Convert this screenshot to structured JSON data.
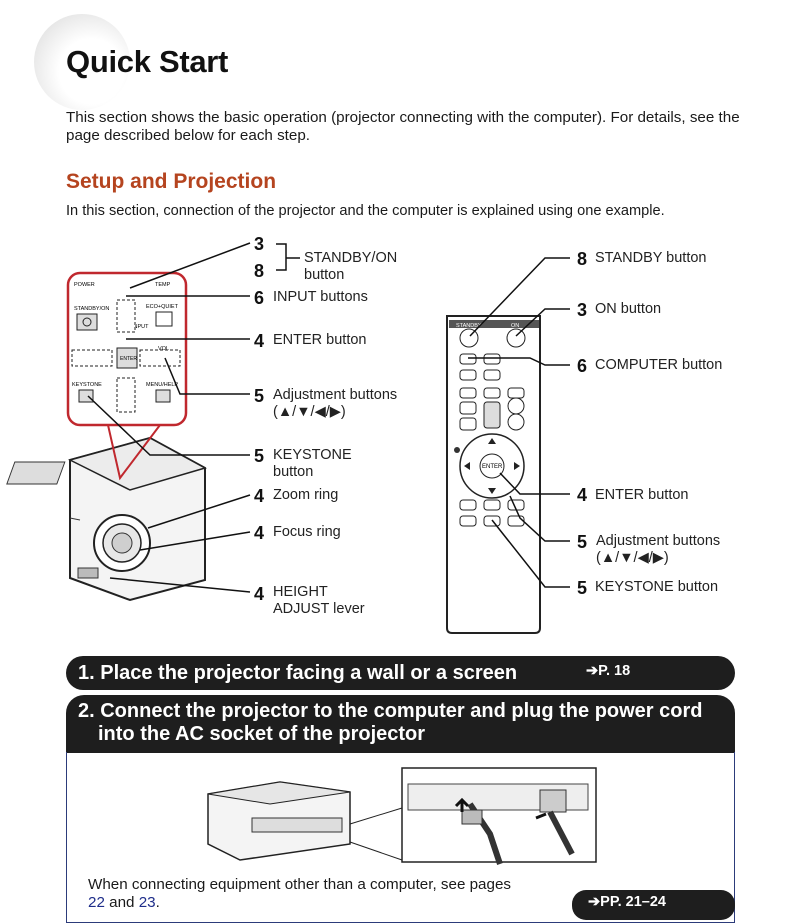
{
  "page": {
    "title": "Quick Start",
    "intro": "This section shows the basic operation (projector connecting with the computer). For details, see the page described below for each step."
  },
  "section": {
    "title": "Setup and Projection",
    "description": "In this section, connection of the projector and the computer is explained using one example."
  },
  "projector_callouts": [
    {
      "num_a": "3",
      "num_b": "8",
      "text": "STANDBY/ON button"
    },
    {
      "num": "6",
      "text": "INPUT buttons"
    },
    {
      "num": "4",
      "text": "ENTER button"
    },
    {
      "num": "5",
      "text": "Adjustment buttons",
      "sub": "(▲/▼/◀/▶)"
    },
    {
      "num": "5",
      "text": "KEYSTONE",
      "sub": "button"
    },
    {
      "num": "4",
      "text": "Zoom ring"
    },
    {
      "num": "4",
      "text": "Focus ring"
    },
    {
      "num": "4",
      "text": "HEIGHT",
      "sub": "ADJUST lever"
    }
  ],
  "remote_callouts": [
    {
      "num": "8",
      "text": "STANDBY button"
    },
    {
      "num": "3",
      "text": "ON button"
    },
    {
      "num": "6",
      "text": "COMPUTER button"
    },
    {
      "num": "4",
      "text": "ENTER button"
    },
    {
      "num": "5",
      "text": "Adjustment buttons",
      "sub": "(▲/▼/◀/▶)"
    },
    {
      "num": "5",
      "text": "KEYSTONE button"
    }
  ],
  "panel_labels": {
    "power": "POWER",
    "temp": "TEMP",
    "standby_on": "STANDBY/ON",
    "eco_quiet": "ECO+QUIET",
    "input": "INPUT",
    "vol": "VOL",
    "keystone": "KEYSTONE",
    "menu_help": "MENU/HELP",
    "enter": "ENTER"
  },
  "remote_labels": {
    "standby": "STANDBY",
    "on": "ON",
    "enter": "ENTER"
  },
  "steps": [
    {
      "text": "1. Place the projector facing a wall or a screen",
      "ref": "➔P. 18"
    },
    {
      "line1": "2. Connect the projector to the computer and plug the power cord",
      "line2": "into the AC socket of the projector"
    }
  ],
  "note": {
    "prefix": "When connecting equipment other than a computer, see pages ",
    "page_a": "22",
    "mid": " and ",
    "page_b": "23",
    "suffix": ".",
    "ref": "➔PP. 21–24"
  },
  "colors": {
    "accent": "#b5441f",
    "panel_outline": "#c0282e",
    "bar": "#1e1e1e",
    "link": "#1f2e8a"
  }
}
